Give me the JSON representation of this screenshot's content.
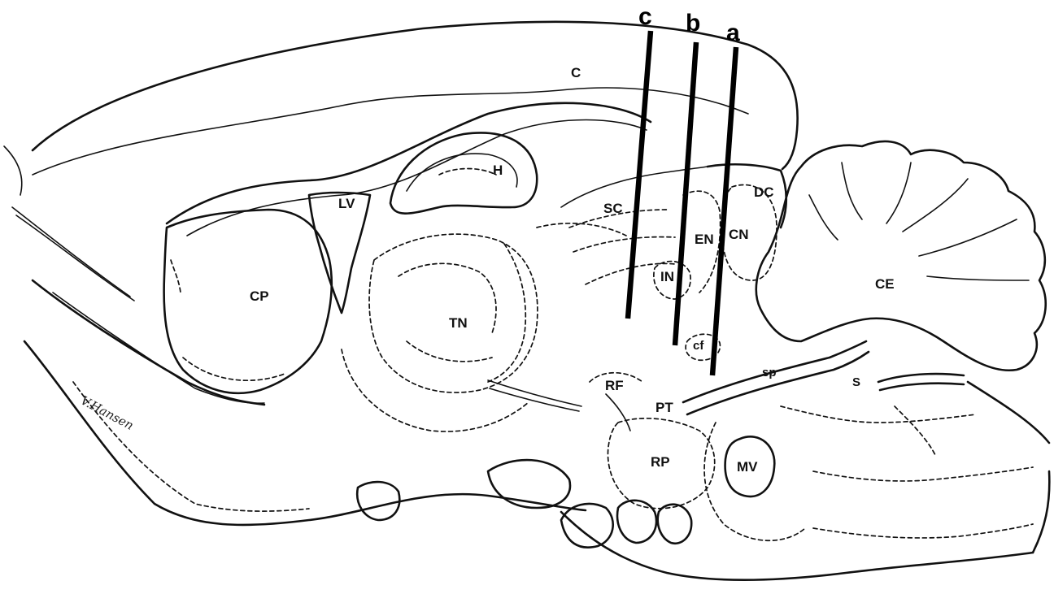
{
  "figure": {
    "tracks": [
      {
        "id": "c",
        "label": "c"
      },
      {
        "id": "b",
        "label": "b"
      },
      {
        "id": "a",
        "label": "a"
      }
    ],
    "regions": [
      {
        "id": "cortex",
        "label": "C"
      },
      {
        "id": "hippocampus",
        "label": "H"
      },
      {
        "id": "lateral-ventricle",
        "label": "LV"
      },
      {
        "id": "caudate-putamen",
        "label": "CP"
      },
      {
        "id": "thalamic-nuclei",
        "label": "TN"
      },
      {
        "id": "superior-colliculus",
        "label": "SC"
      },
      {
        "id": "dorsal-cochlear",
        "label": "DC"
      },
      {
        "id": "cerebellar-nucleus",
        "label": "CN"
      },
      {
        "id": "en-region",
        "label": "EN"
      },
      {
        "id": "in-region",
        "label": "IN"
      },
      {
        "id": "cerebellum",
        "label": "CE"
      },
      {
        "id": "cf-region",
        "label": "cf"
      },
      {
        "id": "reticular-formation",
        "label": "RF"
      },
      {
        "id": "pyramidal-tract",
        "label": "PT"
      },
      {
        "id": "spinal-tract",
        "label": "sp"
      },
      {
        "id": "medial-vestibular",
        "label": "MV"
      },
      {
        "id": "raphe-pontis",
        "label": "RP"
      },
      {
        "id": "s-region",
        "label": "S"
      }
    ],
    "signature": "V.Hansen"
  }
}
